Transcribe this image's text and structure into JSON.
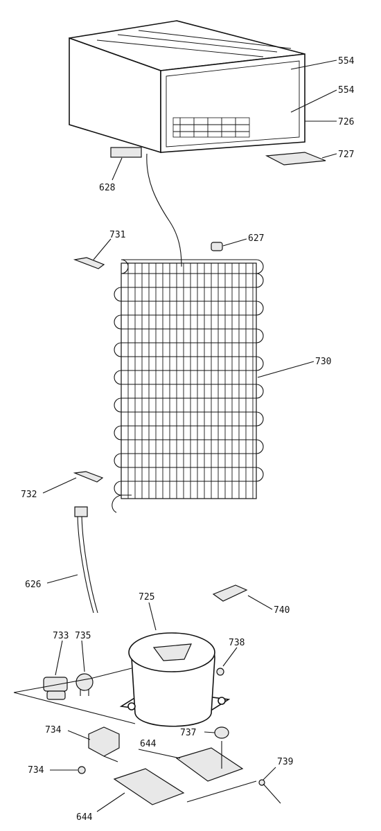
{
  "parts": {
    "p554a": "554",
    "p554b": "554",
    "p726": "726",
    "p727": "727",
    "p628": "628",
    "p731": "731",
    "p627": "627",
    "p730": "730",
    "p732": "732",
    "p626": "626",
    "p725": "725",
    "p740": "740",
    "p733": "733",
    "p735": "735",
    "p738": "738",
    "p734a": "734",
    "p734b": "734",
    "p644a": "644",
    "p644b": "644",
    "p737": "737",
    "p739": "739"
  }
}
